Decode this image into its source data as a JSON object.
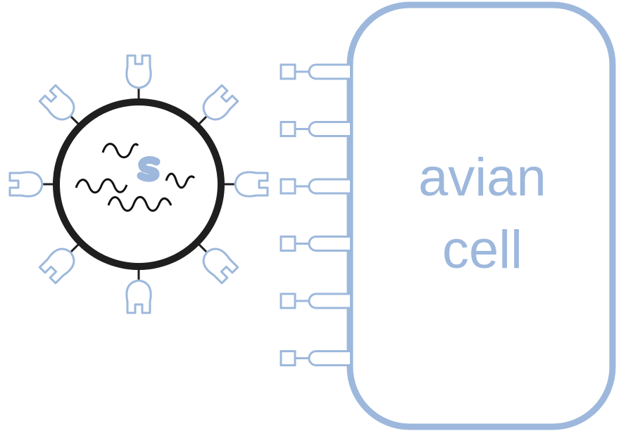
{
  "cell": {
    "label_line1": "avian",
    "label_line2": "cell"
  },
  "colors": {
    "accent": "#9db8dc",
    "membrane": "#1f1f1f",
    "genome": "#111111",
    "background": "#ffffff"
  },
  "icons": {
    "virus": "virus-particle-icon",
    "surface_protein": "hemagglutinin-spike-icon",
    "cell_receptor": "sialic-acid-receptor-icon"
  },
  "counts": {
    "virus_surface_proteins": 8,
    "cell_receptors": 6,
    "genome_segments": 4
  }
}
